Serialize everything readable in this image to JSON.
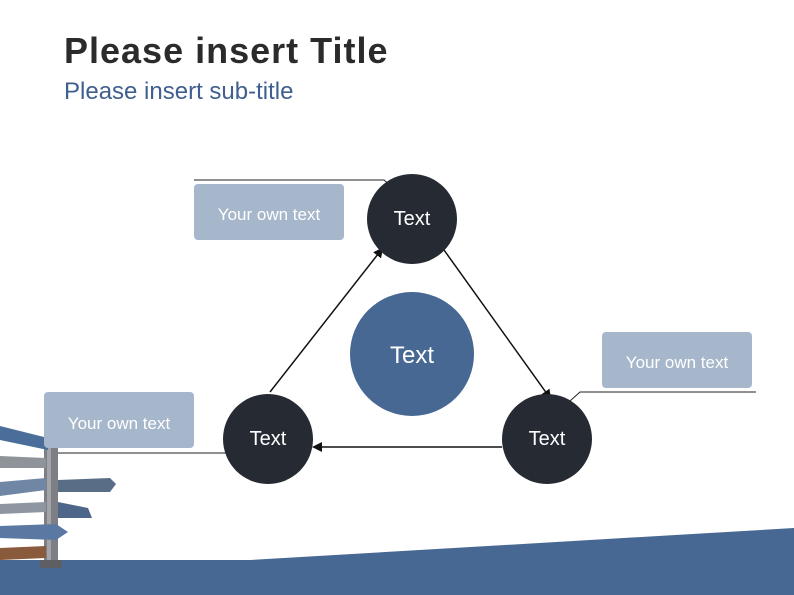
{
  "title": "Please insert Title",
  "subtitle": "Please insert sub-title",
  "diagram": {
    "nodes": {
      "top": "Text",
      "left": "Text",
      "right": "Text",
      "center": "Text"
    },
    "callouts": {
      "top": "Your own text",
      "right": "Your own text",
      "left": "Your own text"
    }
  },
  "colors": {
    "dark_node": "#262a33",
    "center_node": "#486894",
    "callout_box": "#a6b6cb",
    "footer_band": "#486894"
  },
  "decor": {
    "image": "signpost-illustration"
  }
}
